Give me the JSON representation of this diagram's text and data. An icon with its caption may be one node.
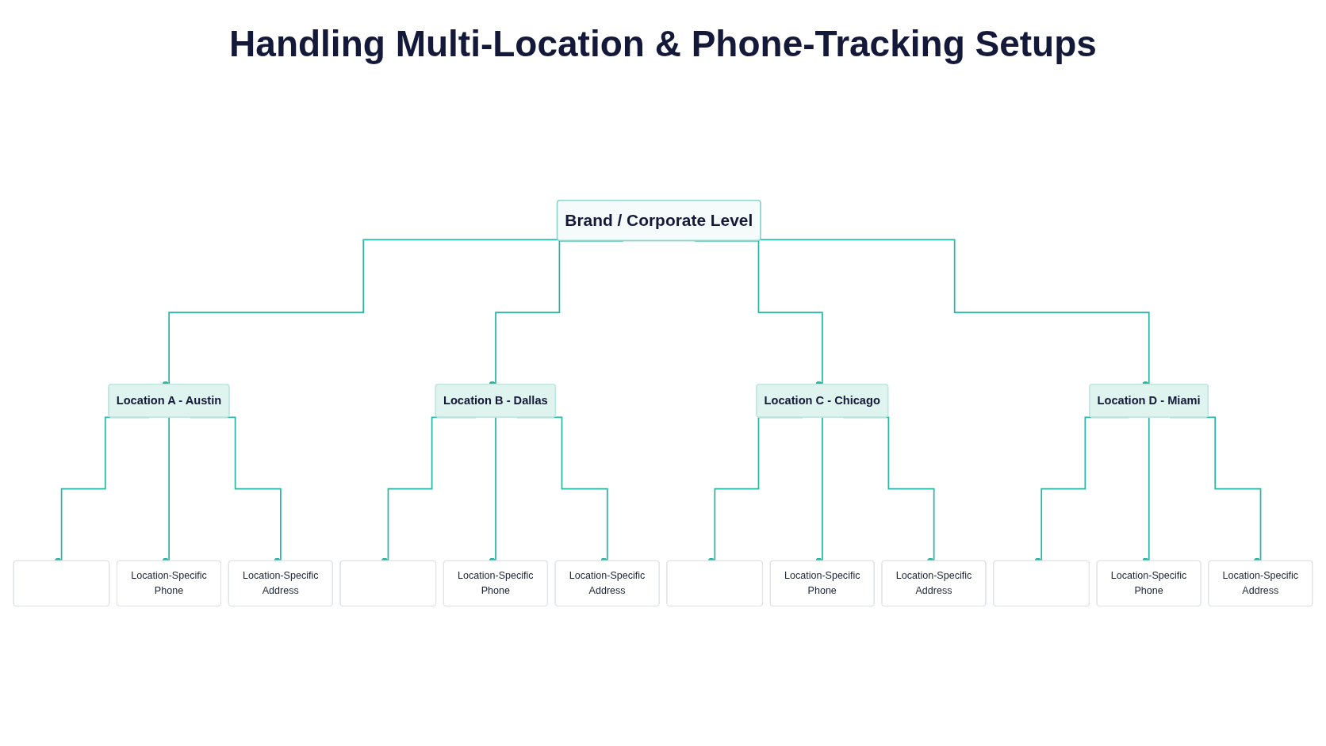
{
  "diagram": {
    "title": "Handling Multi-Location & Phone-Tracking Setups",
    "nodes": [
      {
        "text": [
          "Brand / Corporate Level"
        ]
      },
      {
        "text": [
          "Location A - Austin"
        ]
      },
      {
        "text": [
          "Location B - Dallas"
        ]
      },
      {
        "text": [
          "Location C - Chicago"
        ]
      },
      {
        "text": [
          "Location D - Miami"
        ]
      },
      {
        "text": [],
        "shape": "box"
      },
      {
        "text": [
          "Location-Specific Phone"
        ]
      },
      {
        "text": [
          "Location-Specific Address"
        ]
      },
      {
        "text": [],
        "shape": "box"
      },
      {
        "text": [
          "Location-Specific Phone"
        ]
      },
      {
        "text": [
          "Location-Specific Address"
        ]
      },
      {
        "text": [],
        "shape": "box"
      },
      {
        "text": [
          "Location-Specific Phone"
        ]
      },
      {
        "text": [
          "Location-Specific Address"
        ]
      },
      {
        "text": [],
        "shape": "box"
      },
      {
        "text": [
          "Location-Specific Phone"
        ]
      },
      {
        "text": [
          "Location-Specific Address"
        ]
      }
    ],
    "edges": [
      {
        "from": 0,
        "to": 1,
        "arrow": "other"
      },
      {
        "from": 0,
        "to": 2,
        "arrow": "other"
      },
      {
        "from": 0,
        "to": 3,
        "arrow": "other"
      },
      {
        "from": 0,
        "to": 4,
        "arrow": "other"
      },
      {
        "from": 1,
        "to": 5,
        "arrow": "other"
      },
      {
        "from": 1,
        "to": 6,
        "arrow": "other"
      },
      {
        "from": 1,
        "to": 7,
        "arrow": "other"
      },
      {
        "from": 2,
        "to": 8,
        "arrow": "other"
      },
      {
        "from": 2,
        "to": 9,
        "arrow": "other"
      },
      {
        "from": 2,
        "to": 10,
        "arrow": "other"
      },
      {
        "from": 3,
        "to": 11,
        "arrow": "other"
      },
      {
        "from": 3,
        "to": 12,
        "arrow": "other"
      },
      {
        "from": 3,
        "to": 13,
        "arrow": "other"
      },
      {
        "from": 4,
        "to": 14,
        "arrow": "other"
      },
      {
        "from": 4,
        "to": 15,
        "arrow": "other"
      },
      {
        "from": 4,
        "to": 16,
        "arrow": "other"
      }
    ]
  }
}
